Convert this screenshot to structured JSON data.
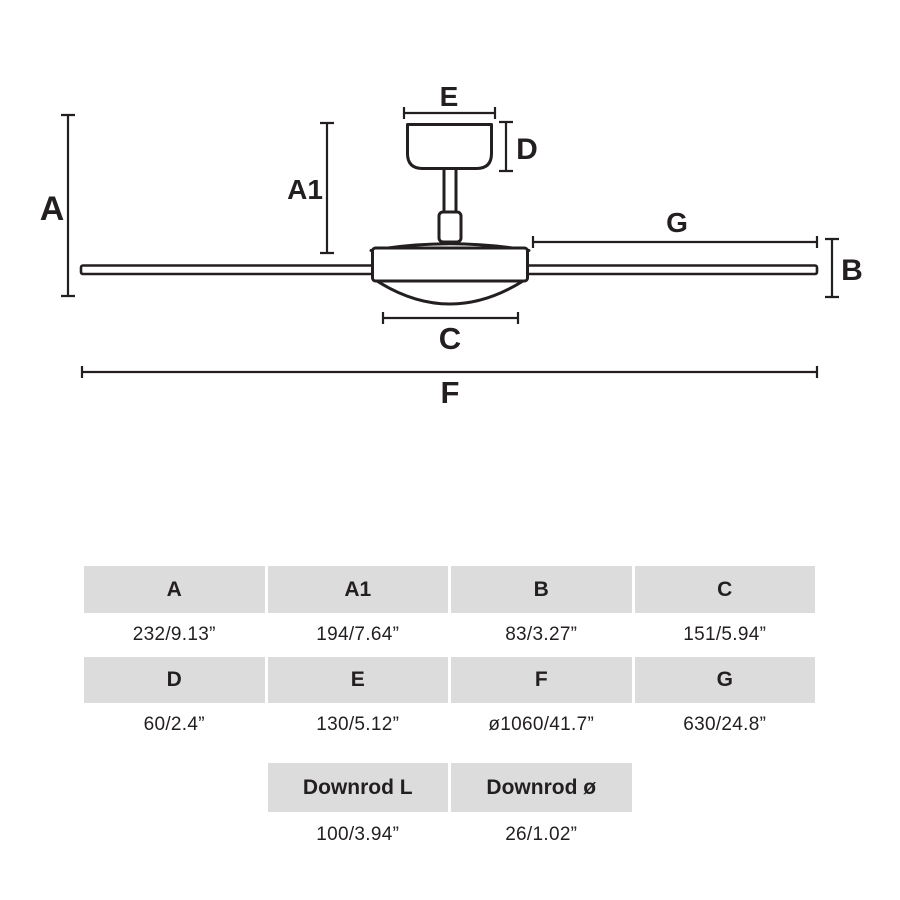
{
  "colors": {
    "line": "#231f20",
    "header_bg": "#dcdcdc",
    "text": "#231f20"
  },
  "diagram": {
    "description": "ceiling-fan dimension drawing",
    "labels": {
      "a": "A",
      "a1": "A1",
      "b": "B",
      "c": "C",
      "d": "D",
      "e": "E",
      "f": "F",
      "g": "G"
    }
  },
  "table": {
    "rows": [
      {
        "headers": [
          "A",
          "A1",
          "B",
          "C"
        ],
        "values": [
          "232/9.13”",
          "194/7.64”",
          "83/3.27”",
          "151/5.94”"
        ]
      },
      {
        "headers": [
          "D",
          "E",
          "F",
          "G"
        ],
        "values": [
          "60/2.4”",
          "130/5.12”",
          "ø1060/41.7”",
          "630/24.8”"
        ]
      },
      {
        "headers": [
          "Downrod L",
          "Downrod ø"
        ],
        "values": [
          "100/3.94”",
          "26/1.02”"
        ]
      }
    ]
  }
}
